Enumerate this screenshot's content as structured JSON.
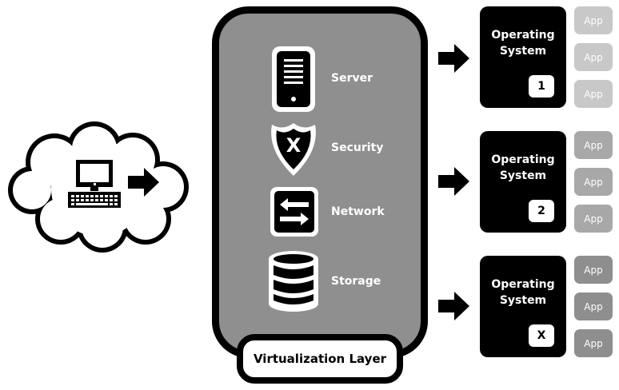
{
  "center": {
    "resources": [
      {
        "label": "Server",
        "icon": "server-icon"
      },
      {
        "label": "Security",
        "icon": "shield-icon",
        "glyph": "X"
      },
      {
        "label": "Network",
        "icon": "network-icon"
      },
      {
        "label": "Storage",
        "icon": "database-icon"
      }
    ],
    "layer_label": "Virtualization Layer"
  },
  "client": {
    "icon": "computer-icon",
    "container": "cloud-icon"
  },
  "operating_systems": [
    {
      "title_line1": "Operating",
      "title_line2": "System",
      "badge": "1",
      "apps": [
        "App",
        "App",
        "App"
      ]
    },
    {
      "title_line1": "Operating",
      "title_line2": "System",
      "badge": "2",
      "apps": [
        "App",
        "App",
        "App"
      ]
    },
    {
      "title_line1": "Operating",
      "title_line2": "System",
      "badge": "X",
      "apps": [
        "App",
        "App",
        "App"
      ]
    }
  ],
  "colors": {
    "panel": "#8f8f90",
    "app_light": "#c8c8c8",
    "app_mid": "#a8a8a8",
    "app_dark": "#8e8e8e"
  }
}
